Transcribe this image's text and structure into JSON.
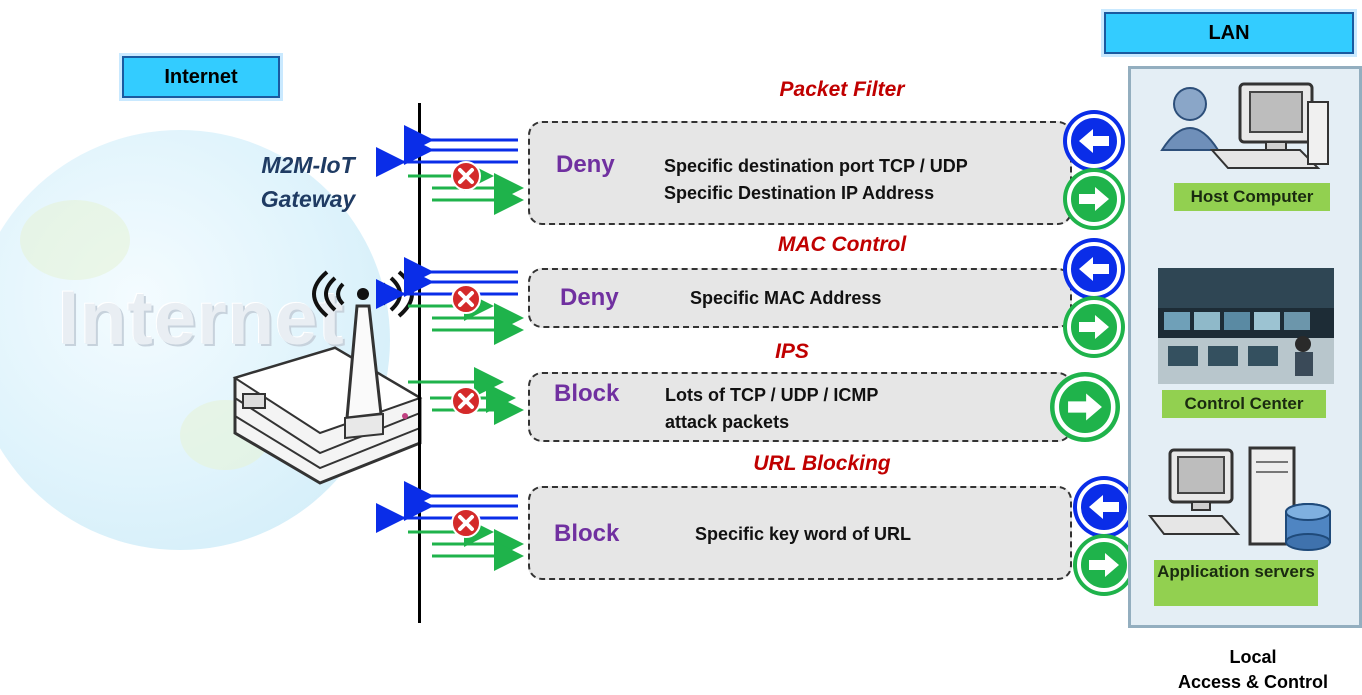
{
  "internet_box": "Internet",
  "lan_box": "LAN",
  "gateway": {
    "line1": "M2M-IoT",
    "line2": "Gateway"
  },
  "globe_watermark": "Internet",
  "rules": [
    {
      "title": "Packet Filter",
      "action": "Deny",
      "lines": [
        "Specific destination port TCP / UDP",
        "Specific Destination  IP Address"
      ]
    },
    {
      "title": "MAC Control",
      "action": "Deny",
      "lines": [
        "Specific MAC  Address"
      ]
    },
    {
      "title": "IPS",
      "action": "Block",
      "lines": [
        "Lots of TCP / UDP / ICMP",
        "attack packets"
      ]
    },
    {
      "title": "URL Blocking",
      "action": "Block",
      "lines": [
        "Specific key word of URL"
      ]
    }
  ],
  "devices": [
    {
      "label": "Host Computer",
      "icon": "host-computer-icon"
    },
    {
      "label": "Control Center",
      "icon": "control-center-photo"
    },
    {
      "label": "Application servers",
      "icon": "application-server-icon"
    }
  ],
  "footer": {
    "line1": "Local",
    "line2": "Access & Control"
  },
  "colors": {
    "label_box": "#33ccff",
    "rule_title": "#c00000",
    "action": "#7030a0",
    "outbound_arrow": "#0a2de8",
    "inbound_arrow": "#1fb34b",
    "device_label": "#92d050",
    "block_icon": "#d42a2a"
  }
}
